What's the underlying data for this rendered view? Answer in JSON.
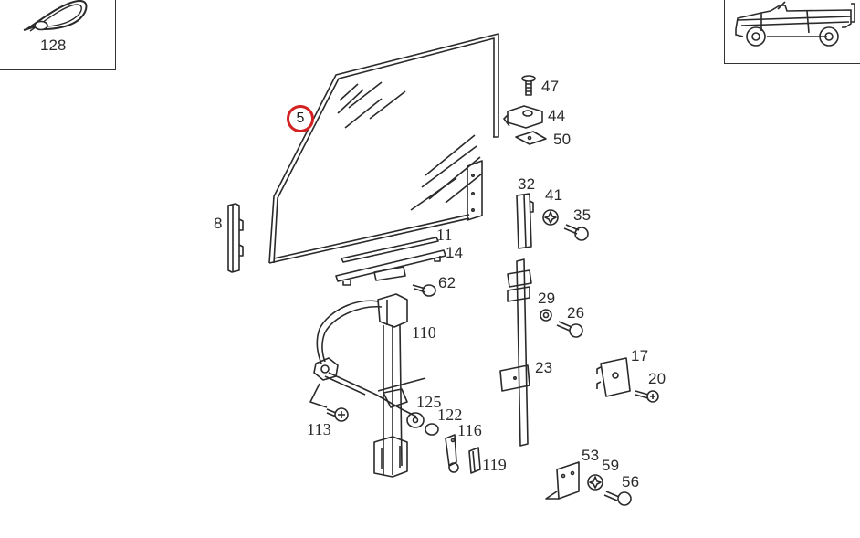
{
  "diagram": {
    "type": "exploded parts diagram",
    "subject": "Door window glass and regulator assembly",
    "highlight_color": "#d32020",
    "line_color": "#2a2a2a",
    "highlighted_part": "5"
  },
  "insets": {
    "top_left": {
      "label": "128",
      "icon": "cable-tie-clip-icon"
    },
    "top_right": {
      "icon": "convertible-vehicle-icon"
    }
  },
  "parts": {
    "p5": "5",
    "p8": "8",
    "p11": "11",
    "p14": "14",
    "p62": "62",
    "p47": "47",
    "p44": "44",
    "p50": "50",
    "p32": "32",
    "p41": "41",
    "p35": "35",
    "p29": "29",
    "p26": "26",
    "p110": "110",
    "p23": "23",
    "p17": "17",
    "p20": "20",
    "p125": "125",
    "p122": "122",
    "p113": "113",
    "p116": "116",
    "p119": "119",
    "p53": "53",
    "p59": "59",
    "p56": "56"
  }
}
